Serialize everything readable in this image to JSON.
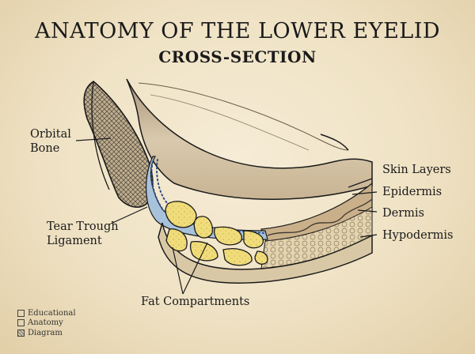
{
  "title": "ANATOMY OF THE LOWER EYELID",
  "subtitle": "CROSS-SECTION",
  "labels": {
    "orbital_bone": [
      "Orbital",
      "Bone"
    ],
    "tear_trough": [
      "Tear Trough",
      "Ligament"
    ],
    "fat_compartments": "Fat Compartments",
    "skin_layers": "Skin Layers",
    "epidermis": "Epidermis",
    "dermis": "Dermis",
    "hypodermis": "Hypodermis"
  },
  "legend": [
    "Educational",
    "Anatomy",
    "Diagram"
  ],
  "colors": {
    "background": "#efe2c4",
    "bone_fill": "#cdbd9e",
    "ligament_blue": "#a9c2dc",
    "ligament_dots": "#2b4f8a",
    "fat_yellow": "#f0dc7a",
    "skin_tan": "#c9b08a",
    "ink": "#1a1a1a"
  }
}
